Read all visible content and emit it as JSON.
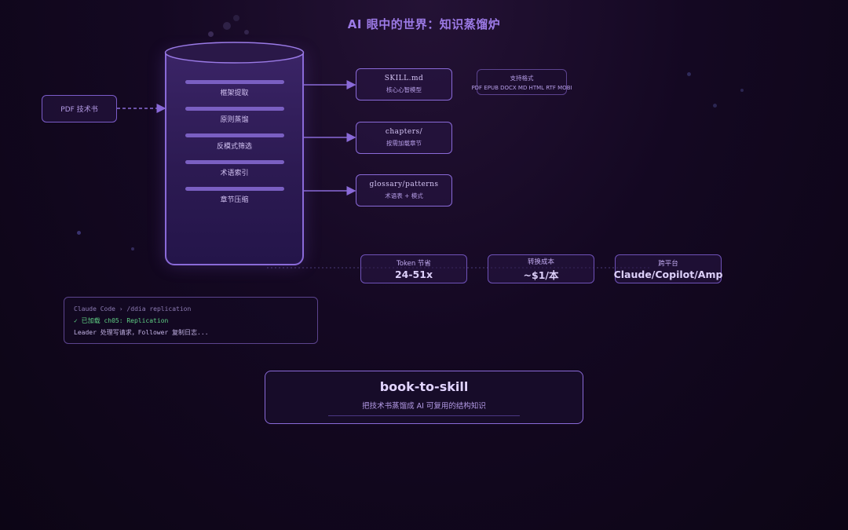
{
  "title": "AI 眼中的世界：知识蒸馏炉",
  "source": {
    "label": "PDF 技术书"
  },
  "process_steps": [
    {
      "label": "框架提取"
    },
    {
      "label": "原则蒸馏"
    },
    {
      "label": "反模式筛选"
    },
    {
      "label": "术语索引"
    },
    {
      "label": "章节压缩"
    }
  ],
  "outputs": [
    {
      "name": "SKILL.md",
      "desc": "核心心智模型"
    },
    {
      "name": "chapters/",
      "desc": "按需加载章节"
    },
    {
      "name": "glossary/patterns",
      "desc": "术语表 + 模式"
    }
  ],
  "formats": {
    "title": "支持格式",
    "list": "PDF EPUB DOCX MD HTML RTF MOBI"
  },
  "stats": [
    {
      "label": "Token 节省",
      "value": "24-51x"
    },
    {
      "label": "转换成本",
      "value": "~$1/本"
    },
    {
      "label": "跨平台",
      "value": "Claude/Copilot/Amp"
    }
  ],
  "terminal": {
    "line1": "Claude Code › /ddia replication",
    "line2": "✓ 已加载 ch05: Replication",
    "line3": "Leader 处理写请求，Follower 复制日志..."
  },
  "brand": {
    "title": "book-to-skill",
    "subtitle": "把技术书蒸馏成 AI 可复用的结构知识"
  },
  "colors": {
    "accent": "#8a6ad8",
    "success": "#5fcf84",
    "background": "#140822"
  }
}
